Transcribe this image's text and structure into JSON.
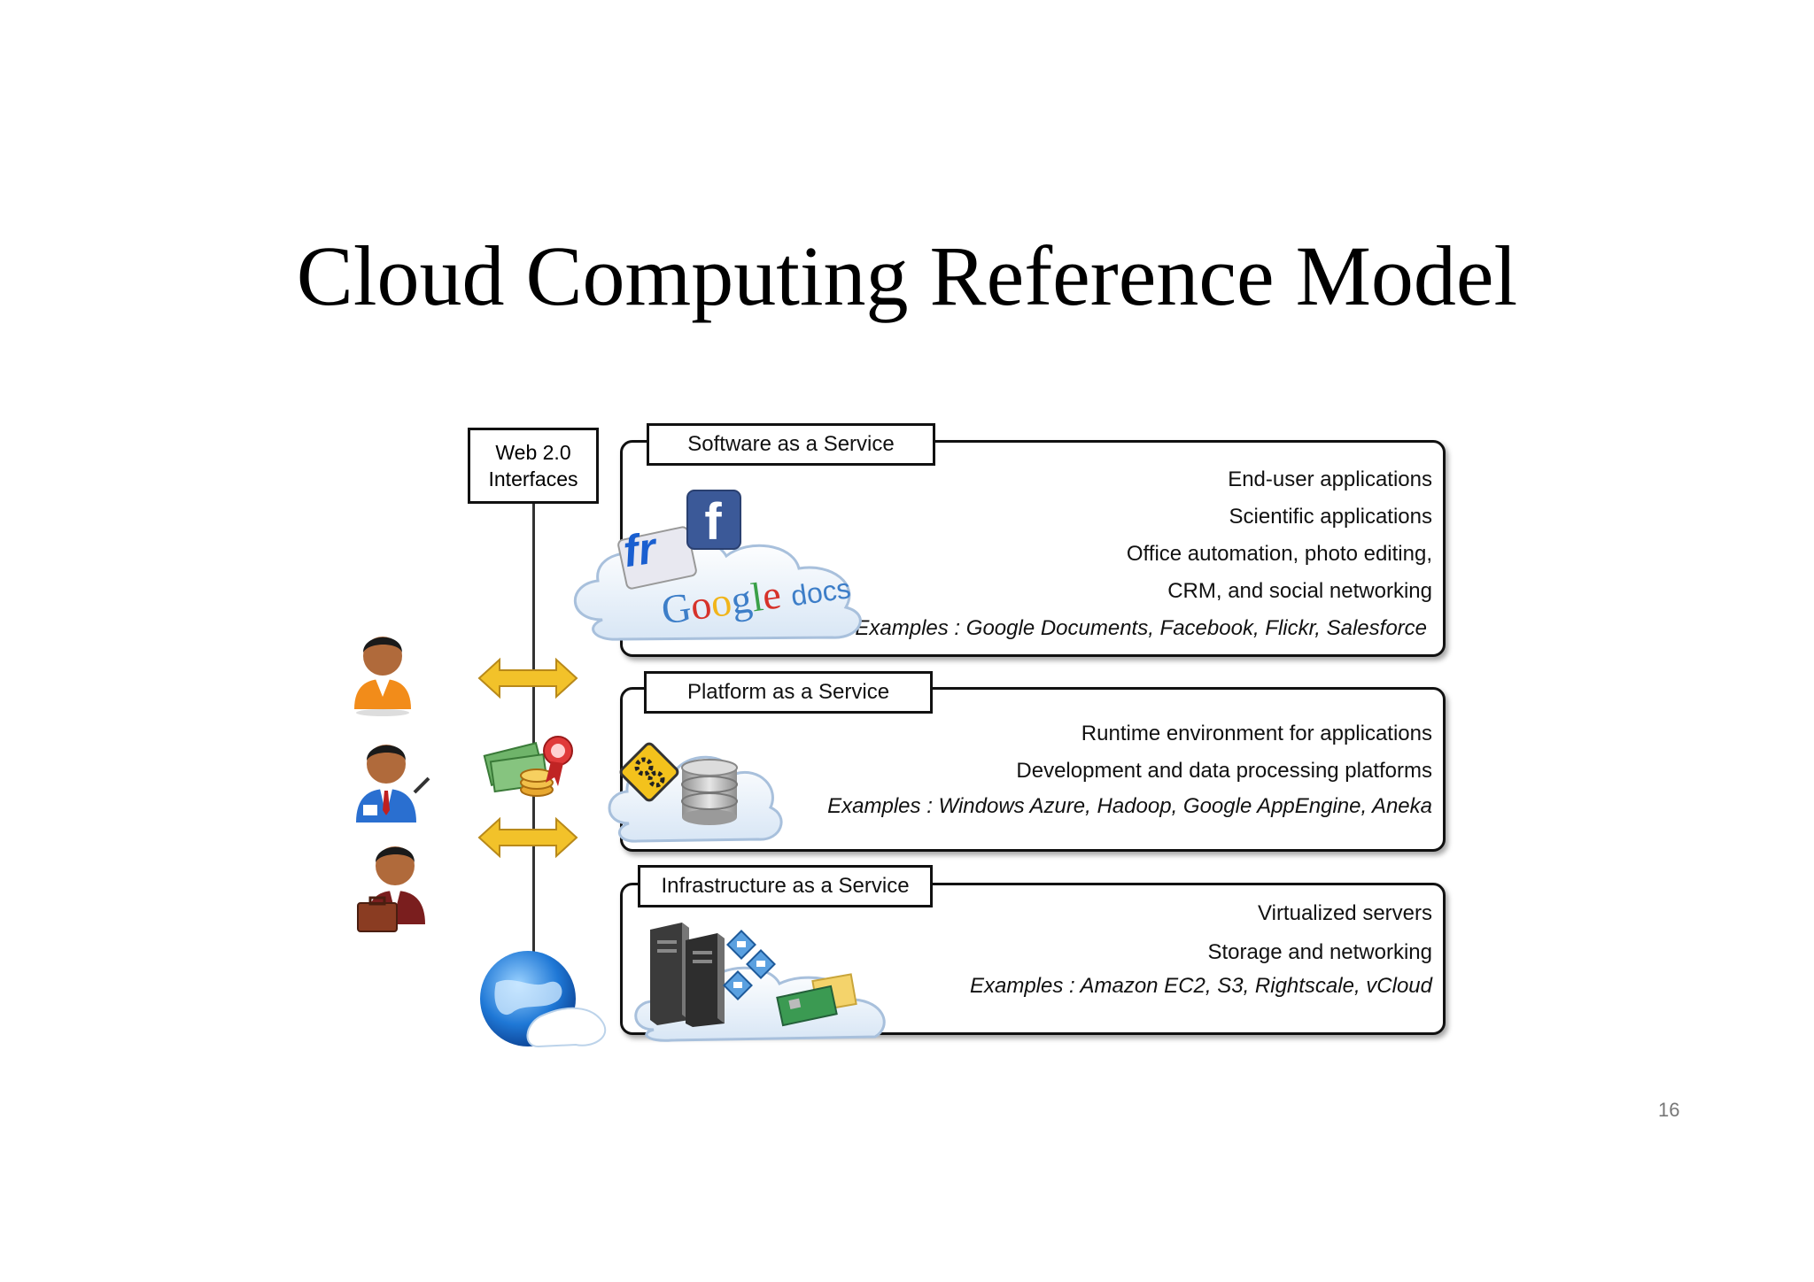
{
  "title": "Cloud Computing Reference Model",
  "page_number": "16",
  "web_interfaces": {
    "line1": "Web 2.0",
    "line2": "Interfaces"
  },
  "saas": {
    "label": "Software as a Service",
    "lines": [
      "End-user applications",
      "Scientific applications",
      "Office automation, photo editing,",
      "CRM, and social networking"
    ],
    "examples": "Examples : Google Documents, Facebook, Flickr, Salesforce"
  },
  "paas": {
    "label": "Platform as a Service",
    "lines": [
      "Runtime environment for applications",
      "Development and data processing platforms"
    ],
    "examples": "Examples :  Windows Azure, Hadoop,  Google AppEngine,  Aneka"
  },
  "iaas": {
    "label": "Infrastructure as a Service",
    "lines": [
      "Virtualized servers",
      "Storage and networking"
    ],
    "examples": "Examples :  Amazon EC2,  S3, Rightscale, vCloud"
  },
  "logos": {
    "facebook": "f",
    "flickr": "fr",
    "google": [
      "G",
      "o",
      "o",
      "g",
      "l",
      "e"
    ],
    "docs": "docs"
  },
  "icons": [
    "user-icon",
    "business-user-icon",
    "briefcase-user-icon",
    "arrow-icon",
    "money-icon",
    "globe-icon",
    "cloud-icon",
    "gear-sign-icon",
    "database-icon",
    "server-icon",
    "network-icon",
    "network-card-icon"
  ],
  "colors": {
    "arrow": "#f2c22a",
    "facebook": "#3b5998",
    "google_blue": "#3d7ec8",
    "google_red": "#d6322a",
    "google_yellow": "#f1b51b",
    "google_green": "#3aa048"
  }
}
